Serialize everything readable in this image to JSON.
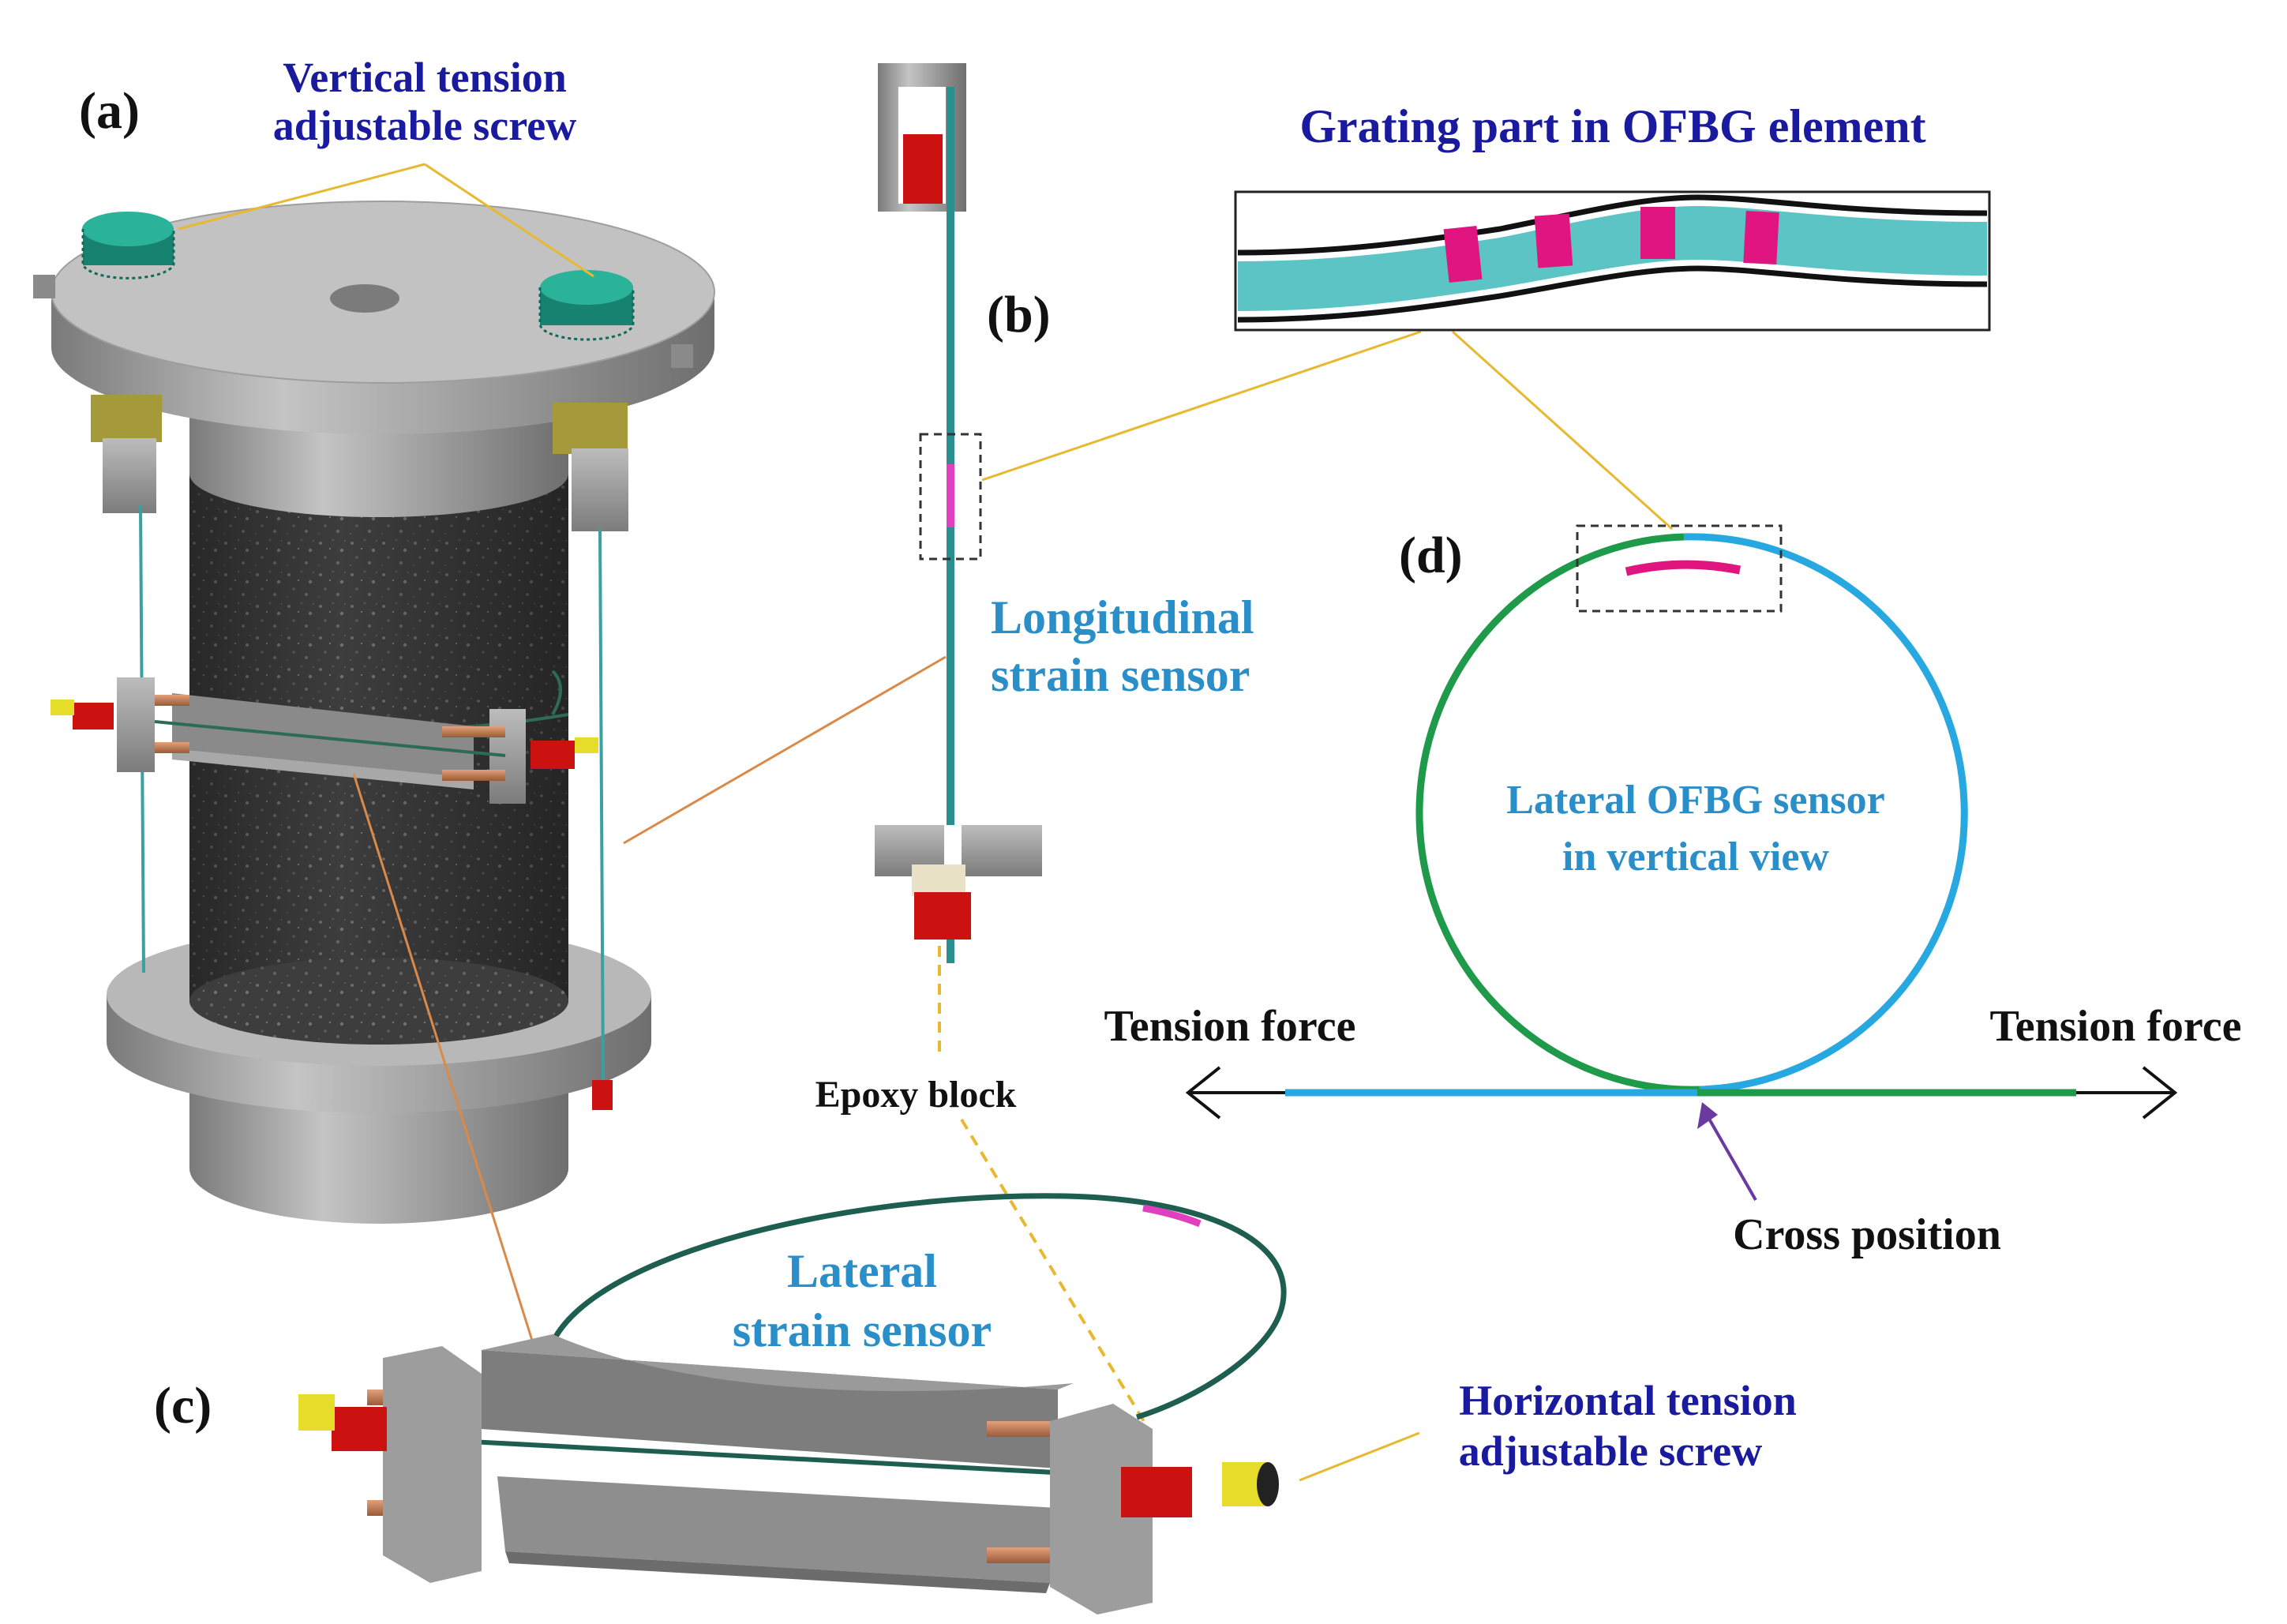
{
  "panels": {
    "a": "(a)",
    "b": "(b)",
    "c": "(c)",
    "d": "(d)"
  },
  "labels": {
    "vertical_screw_line1": "Vertical tension",
    "vertical_screw_line2": "adjustable screw",
    "grating_title": "Grating part in OFBG element",
    "longitudinal_line1": "Longitudinal",
    "longitudinal_line2": "strain sensor",
    "lateral_ofbg_line1": "Lateral OFBG sensor",
    "lateral_ofbg_line2": "in vertical view",
    "tension_left": "Tension force",
    "tension_right": "Tension force",
    "epoxy_block": "Epoxy block",
    "cross_position": "Cross position",
    "lateral_line1": "Lateral",
    "lateral_line2": "strain sensor",
    "horizontal_screw_line1": "Horizontal tension",
    "horizontal_screw_line2": "adjustable screw"
  },
  "colors": {
    "fiber_green": "#1f9a4a",
    "fiber_blue": "#27a8e0",
    "grating_magenta": "#e0157f",
    "fiber_core_teal": "#5cc4c4",
    "screw_teal": "#1e9e8a",
    "steel_gray": "#9a9a9a",
    "concrete_dark": "#3a3a3a",
    "epoxy_red": "#d80000",
    "callout_gold": "#e8b830",
    "callout_orange": "#d98a4a",
    "label_navy": "#1a1a9e",
    "label_blue": "#2a8fc8"
  }
}
